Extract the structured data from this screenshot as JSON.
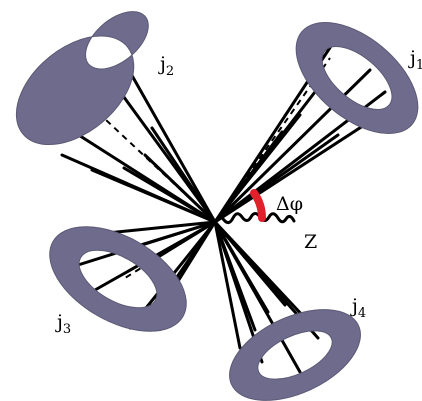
{
  "labels": {
    "j1": {
      "base": "j",
      "sub": "1"
    },
    "j2": {
      "base": "j",
      "sub": "2"
    },
    "j3": {
      "base": "j",
      "sub": "3"
    },
    "j4": {
      "base": "j",
      "sub": "4"
    },
    "delta_phi": "Δφ",
    "z": "Z"
  },
  "colors": {
    "ring_fill": "#6e6b8c",
    "ring_stroke": "#5c5975",
    "lines": "#000000",
    "delta_phi_arc": "#e0202a",
    "background": "#ffffff"
  }
}
